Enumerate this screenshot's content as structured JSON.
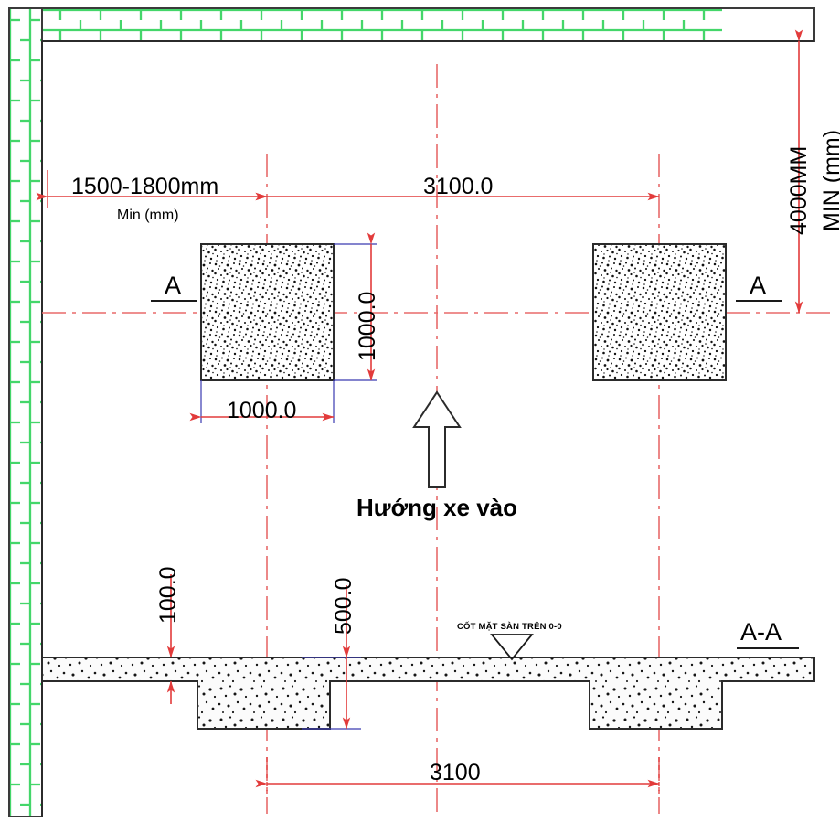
{
  "drawing": {
    "title_plan": "",
    "colors": {
      "dimension": "#e23b3b",
      "outline": "#2b2b2b",
      "hatch_wall": "#44d66a",
      "extension_blue": "#3a3ab0",
      "background": "#ffffff"
    }
  },
  "plan": {
    "dim_left_label": "1500-1800mm",
    "dim_left_sub": "Min (mm)",
    "dim_span_label": "3100.0",
    "dim_footing_width": "1000.0",
    "dim_footing_height": "1000.0",
    "dim_right_main": "4000MM",
    "dim_right_sub": "MIN (mm)",
    "section_mark_left": "A",
    "section_mark_right": "A",
    "direction_label": "Hướng xe vào"
  },
  "section": {
    "title": "A-A",
    "dim_slab_thickness": "100.0",
    "dim_footing_depth": "500.0",
    "dim_span": "3100",
    "level_note": "CỐT MẶT SÀN TRÊN 0-0"
  },
  "icons": {
    "direction_arrow": "vehicle-direction-arrow-icon",
    "level_symbol": "level-datum-triangle-icon"
  }
}
